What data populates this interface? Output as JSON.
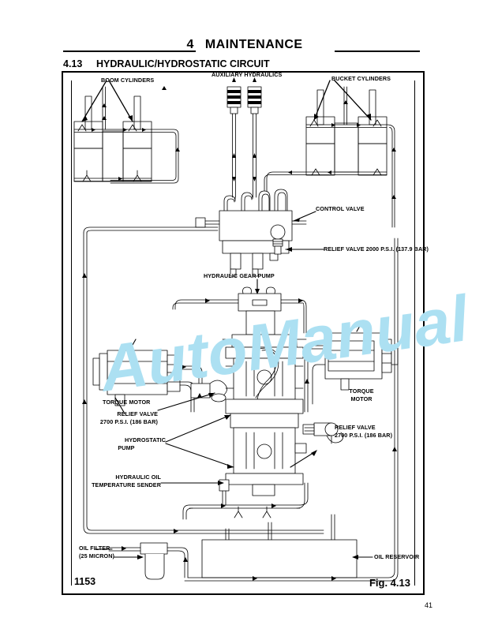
{
  "header": {
    "chapter_number": "4",
    "chapter_title": "MAINTENANCE",
    "section_number": "4.13",
    "section_title": "HYDRAULIC/HYDROSTATIC CIRCUIT"
  },
  "figure": {
    "code": "1153",
    "caption": "Fig. 4.13"
  },
  "page": {
    "number": "41"
  },
  "watermark": {
    "text": "AutoManual",
    "color": "#ace0f2"
  },
  "labels": {
    "boom_cylinders": "BOOM CYLINDERS",
    "auxiliary_hydraulics": "AUXILIARY HYDRAULICS",
    "bucket_cylinders": "BUCKET CYLINDERS",
    "control_valve": "CONTROL VALVE",
    "relief_valve_2000": "RELIEF VALVE 2000 P.S.I. (137.9 BAR)",
    "hydraulic_gear_pump": "HYDRAULIC GEAR PUMP",
    "torque_motor_left": "TORQUE MOTOR",
    "torque_motor_right_line1": "TORQUE",
    "torque_motor_right_line2": "MOTOR",
    "relief_valve_left_line1": "RELIEF VALVE",
    "relief_valve_left_line2": "2700 P.S.I. (186 BAR)",
    "relief_valve_right_line1": "RELIEF VALVE",
    "relief_valve_right_line2": "2700 P.S.I. (186 BAR)",
    "hydrostatic_pump_line1": "HYDROSTATIC",
    "hydrostatic_pump_line2": "PUMP",
    "temperature_sender_line1": "HYDRAULIC OIL",
    "temperature_sender_line2": "TEMPERATURE SENDER",
    "oil_filter_line1": "OIL FILTER",
    "oil_filter_line2": "(25 MICRON)",
    "oil_reservoir": "OIL RESERVOIR"
  }
}
